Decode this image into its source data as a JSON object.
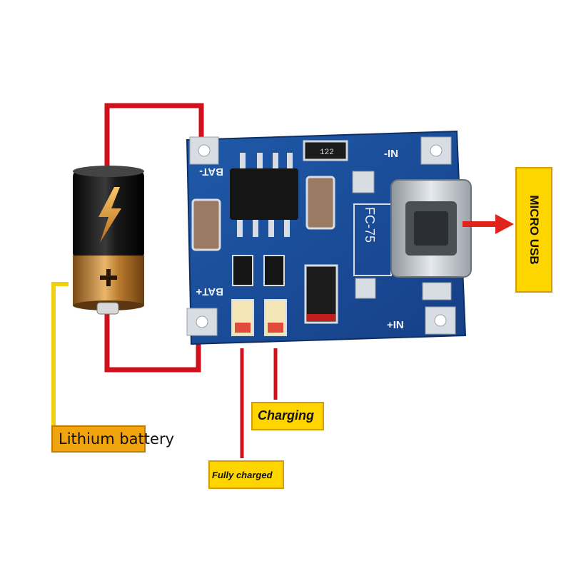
{
  "board": {
    "pin_bat_minus": "BAT-",
    "pin_bat_plus": "BAT+",
    "pin_in_minus": "-IN",
    "pin_in_plus": "+IN",
    "connector_marking": "FC-75",
    "resistor_marking": "122"
  },
  "labels": {
    "battery": "Lithium battery",
    "charging": "Charging",
    "fully_charged": "Fully charged",
    "micro_usb": "MICRO USB"
  },
  "colors": {
    "wire_red": "#d0101b",
    "wire_yellow": "#f2cf10",
    "pcb_blue": "#1c4f9c",
    "label_yellow": "#ffd500",
    "label_orange": "#f2a40f"
  }
}
